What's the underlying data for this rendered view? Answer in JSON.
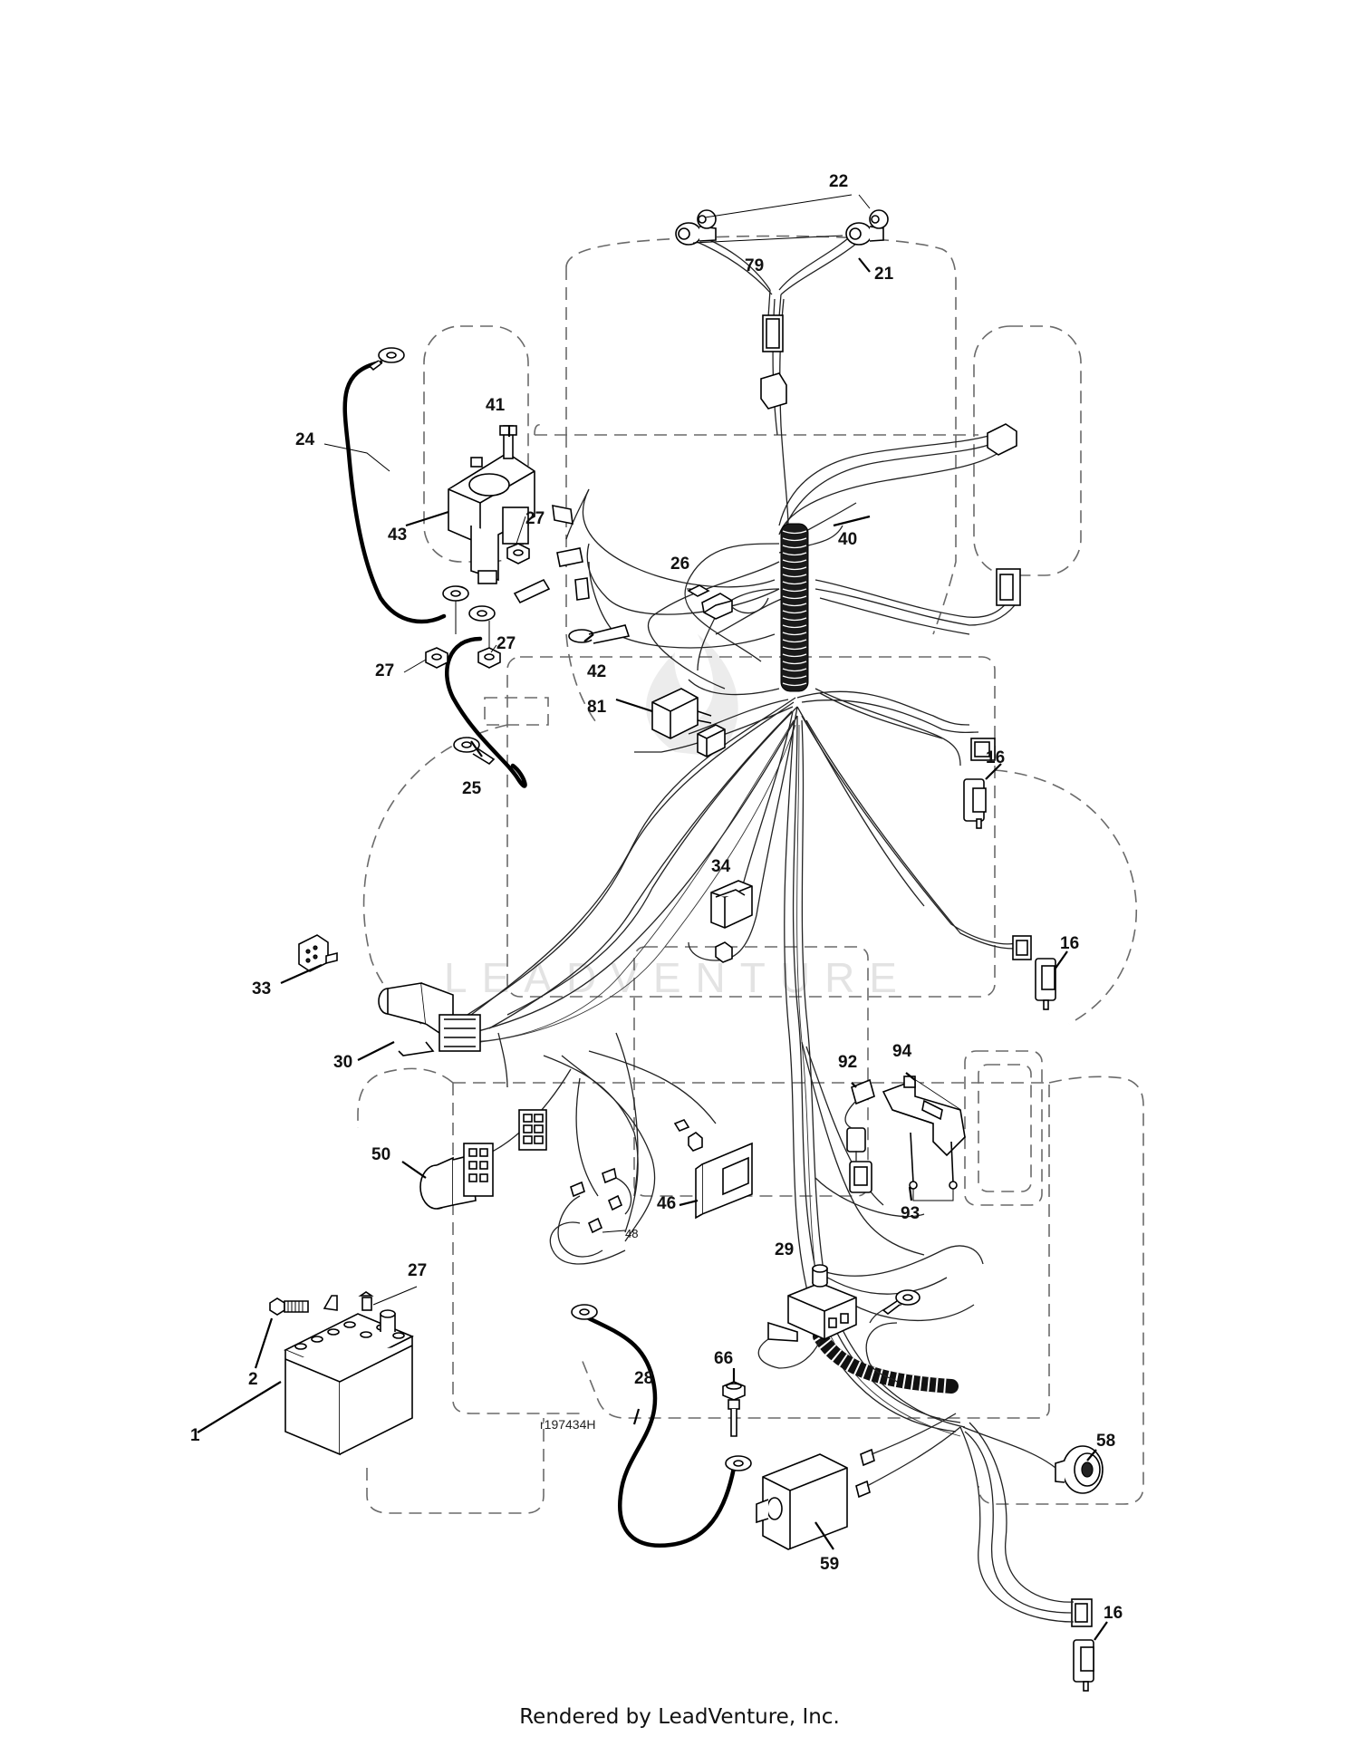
{
  "callouts": {
    "c1": "1",
    "c2": "2",
    "c16a": "16",
    "c16b": "16",
    "c16c": "16",
    "c21": "21",
    "c22": "22",
    "c24": "24",
    "c25": "25",
    "c26": "26",
    "c27a": "27",
    "c27b": "27",
    "c27c": "27",
    "c27d": "27",
    "c28": "28",
    "c29": "29",
    "c30": "30",
    "c33": "33",
    "c34": "34",
    "c40": "40",
    "c41": "41",
    "c42": "42",
    "c43": "43",
    "c46": "46",
    "c48": "48",
    "c50": "50",
    "c58": "58",
    "c59": "59",
    "c66": "66",
    "c79": "79",
    "c81": "81",
    "c92": "92",
    "c93": "93",
    "c94": "94"
  },
  "drawing_code": "r197434H",
  "watermark": {
    "brand": "LEADVENTURE"
  },
  "footer": {
    "text": "Rendered by LeadVenture, Inc."
  }
}
